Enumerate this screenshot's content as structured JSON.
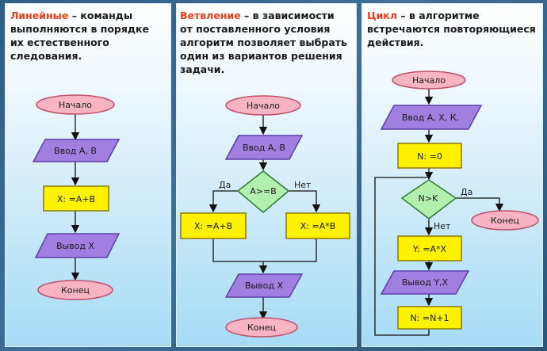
{
  "panels": [
    {
      "title": "Линейные",
      "desc": " – команды выполняются в порядке их естественного следования.",
      "blocks": {
        "start": "Начало",
        "input": "Ввод А, В",
        "process": "X: =A+B",
        "output": "Вывод Х",
        "end": "Конец"
      }
    },
    {
      "title": "Ветвление",
      "desc": " – в зависимости от поставленного условия алгоритм позволяет выбрать один из вариантов решения задачи.",
      "blocks": {
        "start": "Начало",
        "input": "Ввод А, В",
        "condition": "A>=B",
        "yes": "Да",
        "no": "Нет",
        "yes_process": "X: =A+B",
        "no_process": "X: =A*B",
        "output": "Вывод Х",
        "end": "Конец"
      }
    },
    {
      "title": "Цикл",
      "desc": " – в алгоритме встречаются повторяющиеся действия.",
      "blocks": {
        "start": "Начало",
        "input": "Ввод А, Х, К,",
        "init": "N: =0",
        "condition": "N>K",
        "yes": "Да",
        "no": "Нет",
        "end": "Конец",
        "body": "Y: =A*X",
        "output": "Вывод Y,X",
        "increment": "N: =N+1"
      }
    }
  ],
  "colors": {
    "highlight": "#e8401c",
    "terminal": "#f9b4c4",
    "io": "#a07fe0",
    "process": "#fff200",
    "condition": "#b3f0b0"
  }
}
